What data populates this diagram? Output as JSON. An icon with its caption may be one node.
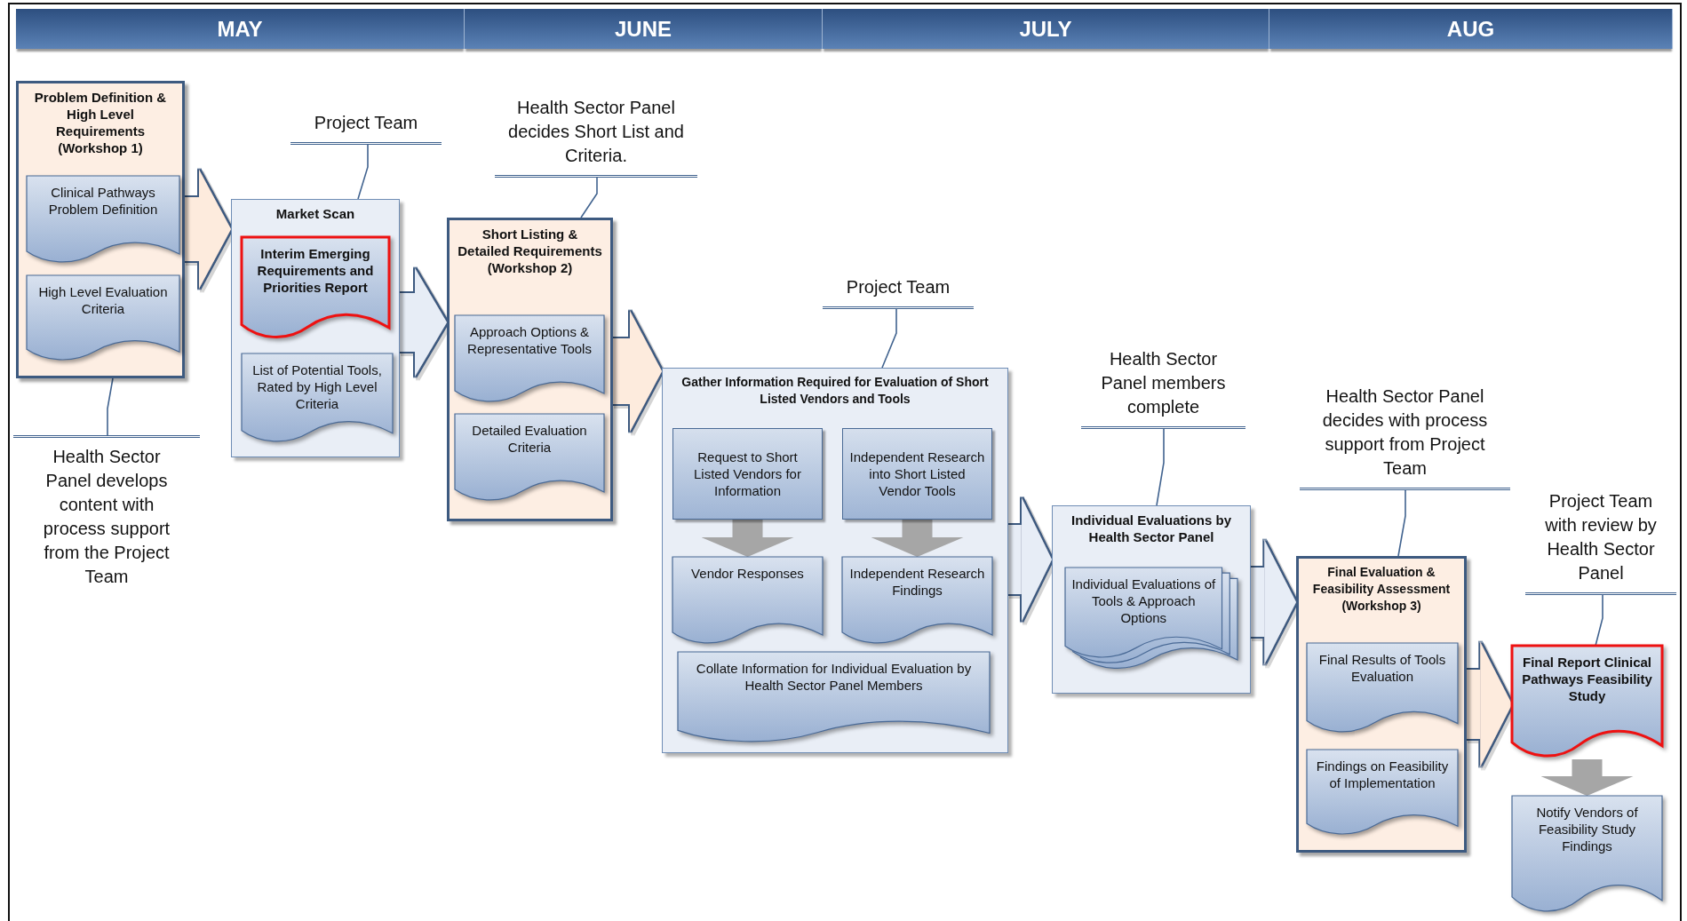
{
  "diagram": {
    "nodes": [
      {
        "text": [
          "MAY"
        ]
      },
      {
        "text": [
          "JUNE"
        ]
      },
      {
        "text": [
          "JULY"
        ]
      },
      {
        "text": [
          "AUG"
        ]
      },
      {
        "text": [
          "Problem Definition & High Level Requirements (Workshop 1)"
        ]
      },
      {
        "text": [
          "Clinical Pathways Problem Definition"
        ],
        "in": 4
      },
      {
        "text": [
          "High Level Evaluation Criteria"
        ],
        "in": 4
      },
      {
        "text": [
          "Health Sector Panel develops content with process support from the Project Team"
        ]
      },
      {
        "text": [
          "Market Scan"
        ]
      },
      {
        "text": [
          "Interim Emerging Requirements and Priorities Report"
        ],
        "in": 8
      },
      {
        "text": [
          "List of Potential Tools, Rated by High Level Criteria"
        ],
        "in": 8
      },
      {
        "text": [
          "Project Team"
        ]
      },
      {
        "text": [
          "Short Listing & Detailed Requirements (Workshop 2)"
        ]
      },
      {
        "text": [
          "Approach Options & Representative Tools"
        ],
        "in": 12
      },
      {
        "text": [
          "Detailed Evaluation Criteria"
        ],
        "in": 12
      },
      {
        "text": [
          "Health Sector Panel decides Short List and Criteria."
        ]
      },
      {
        "text": [
          "Gather Information Required for Evaluation of Short Listed Vendors and Tools"
        ]
      },
      {
        "text": [
          "Request to Short Listed Vendors for Information"
        ],
        "in": 16
      },
      {
        "text": [
          "Independent Research into Short Listed Vendor Tools"
        ],
        "in": 16
      },
      {
        "text": [
          "Vendor Responses"
        ],
        "in": 16
      },
      {
        "text": [
          "Independent Research Findings"
        ],
        "in": 16
      },
      {
        "text": [
          "Collate Information for Individual Evaluation by Health Sector Panel Members"
        ],
        "in": 16
      },
      {
        "text": [
          "Project Team"
        ]
      },
      {
        "text": [
          "Individual Evaluations by Health Sector Panel"
        ]
      },
      {
        "text": [
          "Individual Evaluations of Tools & Approach Options"
        ],
        "in": 23
      },
      {
        "text": [
          "Health Sector Panel members complete"
        ]
      },
      {
        "text": [
          "Final Evaluation & Feasibility Assessment (Workshop 3)"
        ]
      },
      {
        "text": [
          "Final Results of Tools Evaluation"
        ],
        "in": 26
      },
      {
        "text": [
          "Findings on Feasibility of Implementation"
        ],
        "in": 26
      },
      {
        "text": [
          "Health Sector Panel decides with process support from Project Team"
        ]
      },
      {
        "text": [
          "Final Report Clinical Pathways Feasibility Study"
        ]
      },
      {
        "text": [
          "Notify Vendors of Feasibility Study Findings"
        ]
      },
      {
        "text": [
          "Project Team with review by Health Sector Panel"
        ]
      }
    ],
    "edges": [
      {
        "from": 4,
        "to": 8,
        "arrow": "to",
        "style": "thick",
        "color": "#fdebdd"
      },
      {
        "from": 8,
        "to": 12,
        "arrow": "to",
        "style": "thick",
        "color": "#e7edf6"
      },
      {
        "from": 12,
        "to": 16,
        "arrow": "to",
        "style": "thick",
        "color": "#fdebdd"
      },
      {
        "from": 16,
        "to": 23,
        "arrow": "to",
        "style": "thick",
        "color": "#e7edf6"
      },
      {
        "from": 23,
        "to": 26,
        "arrow": "to",
        "style": "thick",
        "color": "#e7edf6"
      },
      {
        "from": 26,
        "to": 30,
        "arrow": "to",
        "style": "thick",
        "color": "#fdebdd"
      },
      {
        "from": 17,
        "to": 19,
        "arrow": "to",
        "color": "#a6a6a6"
      },
      {
        "from": 18,
        "to": 20,
        "arrow": "to",
        "color": "#a6a6a6"
      },
      {
        "from": 30,
        "to": 31,
        "arrow": "to",
        "color": "#a6a6a6"
      },
      {
        "from": 7,
        "to": 4,
        "arrow": "none"
      },
      {
        "from": 11,
        "to": 8,
        "arrow": "none"
      },
      {
        "from": 15,
        "to": 12,
        "arrow": "none"
      },
      {
        "from": 22,
        "to": 16,
        "arrow": "none"
      },
      {
        "from": 25,
        "to": 23,
        "arrow": "none"
      },
      {
        "from": 29,
        "to": 26,
        "arrow": "none"
      },
      {
        "from": 32,
        "to": 30,
        "arrow": "none"
      }
    ]
  }
}
